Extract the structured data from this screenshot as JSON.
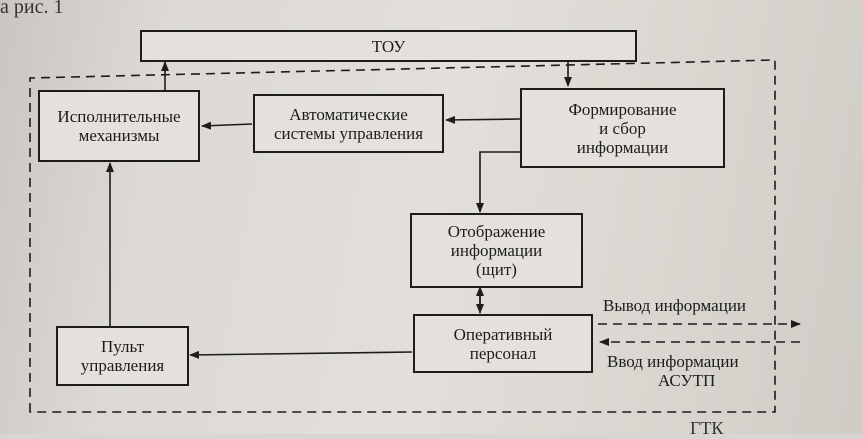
{
  "fragments": {
    "top": "а рис. 1",
    "bottom": "ГТК"
  },
  "blocks": {
    "tou": "ТОУ",
    "actuators": "Исполнительные\nмеханизмы",
    "auto_control": "Автоматические\nсистемы управления",
    "formation": "Формирование\nи сбор\nинформации",
    "display": "Отображение\nинформации\n(щит)",
    "operator": "Оперативный\nперсонал",
    "console": "Пульт\nуправления"
  },
  "labels": {
    "output": "Вывод информации",
    "input_line1": "Ввод информации",
    "input_line2": "АСУТП"
  }
}
